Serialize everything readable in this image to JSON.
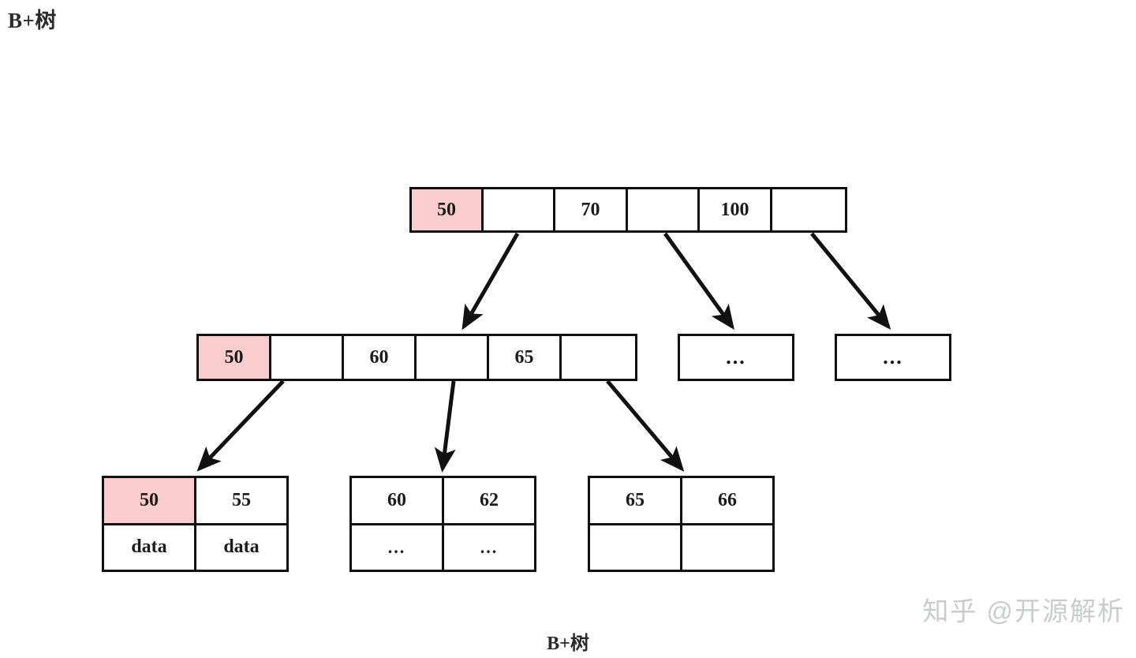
{
  "diagram": {
    "title": "B+树",
    "caption": "B+树",
    "watermark": "知乎 @开源解析",
    "colors": {
      "highlight": "#f9cdcd",
      "stroke": "#111111",
      "background": "#ffffff",
      "watermark": "#c9cbcd"
    },
    "type": "b-plus-tree",
    "levels": [
      {
        "name": "root",
        "nodes": [
          {
            "id": "root-node",
            "cells": [
              {
                "label": "50",
                "highlight": true
              },
              {
                "label": "",
                "highlight": false
              },
              {
                "label": "70",
                "highlight": false
              },
              {
                "label": "",
                "highlight": false
              },
              {
                "label": "100",
                "highlight": false
              },
              {
                "label": "",
                "highlight": false
              }
            ]
          }
        ]
      },
      {
        "name": "internal",
        "nodes": [
          {
            "id": "internal-node-1",
            "cells": [
              {
                "label": "50",
                "highlight": true
              },
              {
                "label": "",
                "highlight": false
              },
              {
                "label": "60",
                "highlight": false
              },
              {
                "label": "",
                "highlight": false
              },
              {
                "label": "65",
                "highlight": false
              },
              {
                "label": "",
                "highlight": false
              }
            ]
          },
          {
            "id": "internal-node-2",
            "ellipsis": "..."
          },
          {
            "id": "internal-node-3",
            "ellipsis": "..."
          }
        ]
      },
      {
        "name": "leaf",
        "nodes": [
          {
            "id": "leaf-node-1",
            "keys": [
              {
                "label": "50",
                "highlight": true
              },
              {
                "label": "55",
                "highlight": false
              }
            ],
            "values": [
              {
                "label": "data"
              },
              {
                "label": "data"
              }
            ]
          },
          {
            "id": "leaf-node-2",
            "keys": [
              {
                "label": "60",
                "highlight": false
              },
              {
                "label": "62",
                "highlight": false
              }
            ],
            "values": [
              {
                "label": "..."
              },
              {
                "label": "..."
              }
            ]
          },
          {
            "id": "leaf-node-3",
            "keys": [
              {
                "label": "65",
                "highlight": false
              },
              {
                "label": "66",
                "highlight": false
              }
            ],
            "values": [
              {
                "label": ""
              },
              {
                "label": ""
              }
            ]
          }
        ]
      }
    ],
    "edges": [
      {
        "from": "root-node",
        "to": "internal-node-1"
      },
      {
        "from": "root-node",
        "to": "internal-node-2"
      },
      {
        "from": "root-node",
        "to": "internal-node-3"
      },
      {
        "from": "internal-node-1",
        "to": "leaf-node-1"
      },
      {
        "from": "internal-node-1",
        "to": "leaf-node-2"
      },
      {
        "from": "internal-node-1",
        "to": "leaf-node-3"
      }
    ]
  }
}
